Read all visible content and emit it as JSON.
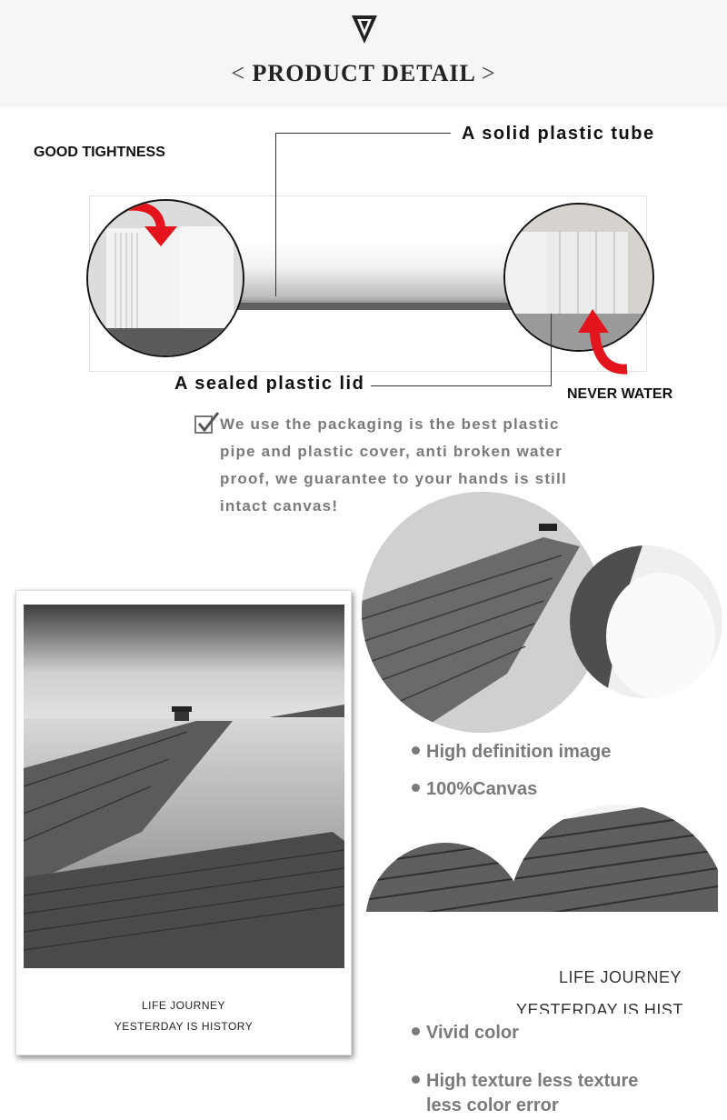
{
  "header": {
    "title_open": "<",
    "title": "PRODUCT DETAIL",
    "title_close": ">",
    "logo_icon": "v-shield-icon"
  },
  "tube_section": {
    "label_good_tightness": "GOOD TIGHTNESS",
    "label_solid_tube": "A solid plastic tube",
    "label_sealed_lid": "A sealed plastic lid",
    "label_never_water": "NEVER WATER",
    "description": "We use the packaging is the best plastic pipe and plastic cover, anti broken water proof, we guarantee to your hands is still intact canvas!",
    "description_lines": [
      "We use the packaging is the best plastic",
      "pipe and plastic cover, anti broken water",
      "proof, we guarantee to your hands is still",
      "intact canvas!"
    ]
  },
  "poster": {
    "caption_line1": "LIFE JOURNEY",
    "caption_line2": "YESTERDAY IS HISTORY"
  },
  "zoom": {
    "text_line1": "LIFE JOURNEY",
    "text_line2": "YESTERDAY IS HIST"
  },
  "features": [
    "High definition image",
    "100%Canvas",
    "Vivid color",
    "High texture less texture",
    "less color error"
  ],
  "colors": {
    "arrow_red": "#e3141b",
    "feature_gray": "#7a7a7a",
    "header_bg": "#f6f6f6"
  }
}
